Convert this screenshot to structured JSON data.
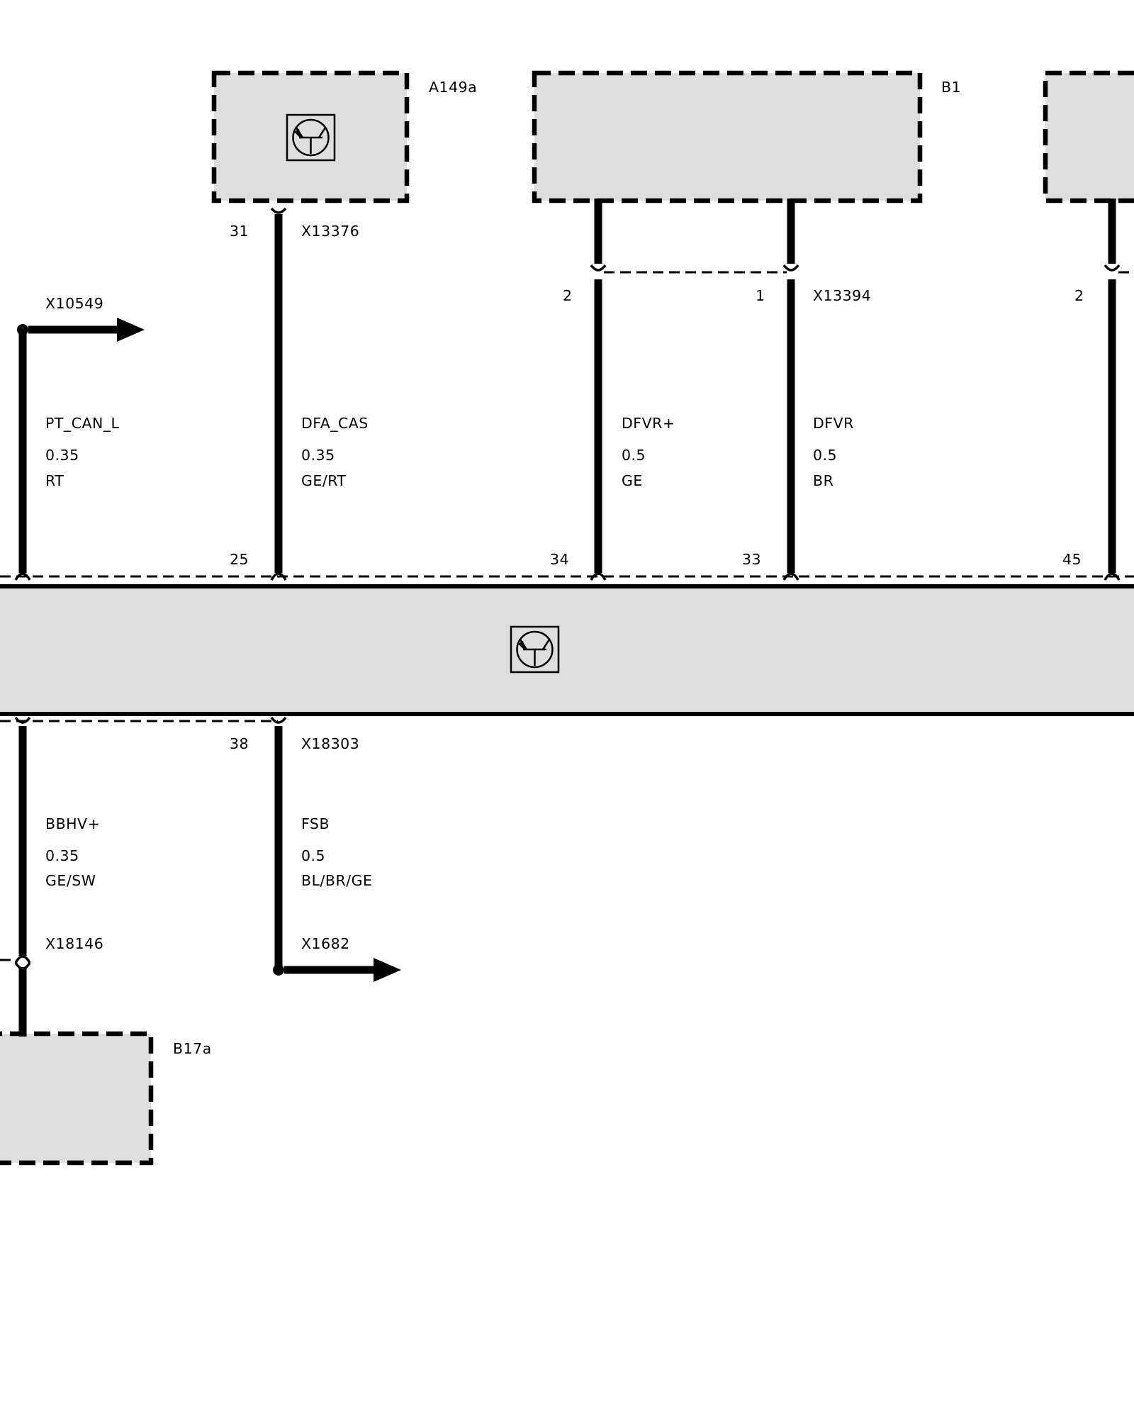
{
  "components": {
    "a149a": {
      "label": "A149a",
      "icon": "transistor-icon"
    },
    "b1": {
      "label": "B1"
    },
    "b17a": {
      "label": "B17a"
    },
    "main_unit": {
      "icon": "transistor-icon"
    }
  },
  "connectors": {
    "x13376": "X13376",
    "x13394": "X13394",
    "x18303": "X18303",
    "x18146": "X18146",
    "x10549": "X10549",
    "x1682": "X1682"
  },
  "pins": {
    "a149a_31": "31",
    "b1_2": "2",
    "b1_1": "1",
    "right_2": "2",
    "main_25": "25",
    "main_34": "34",
    "main_33": "33",
    "main_45": "45",
    "main_38": "38"
  },
  "wires": [
    {
      "signal": "PT_CAN_L",
      "gauge": "0.35",
      "color": "RT"
    },
    {
      "signal": "DFA_CAS",
      "gauge": "0.35",
      "color": "GE/RT"
    },
    {
      "signal": "DFVR+",
      "gauge": "0.5",
      "color": "GE"
    },
    {
      "signal": "DFVR",
      "gauge": "0.5",
      "color": "BR"
    },
    {
      "signal": "BBHV+",
      "gauge": "0.35",
      "color": "GE/SW"
    },
    {
      "signal": "FSB",
      "gauge": "0.5",
      "color": "BL/BR/GE"
    }
  ]
}
